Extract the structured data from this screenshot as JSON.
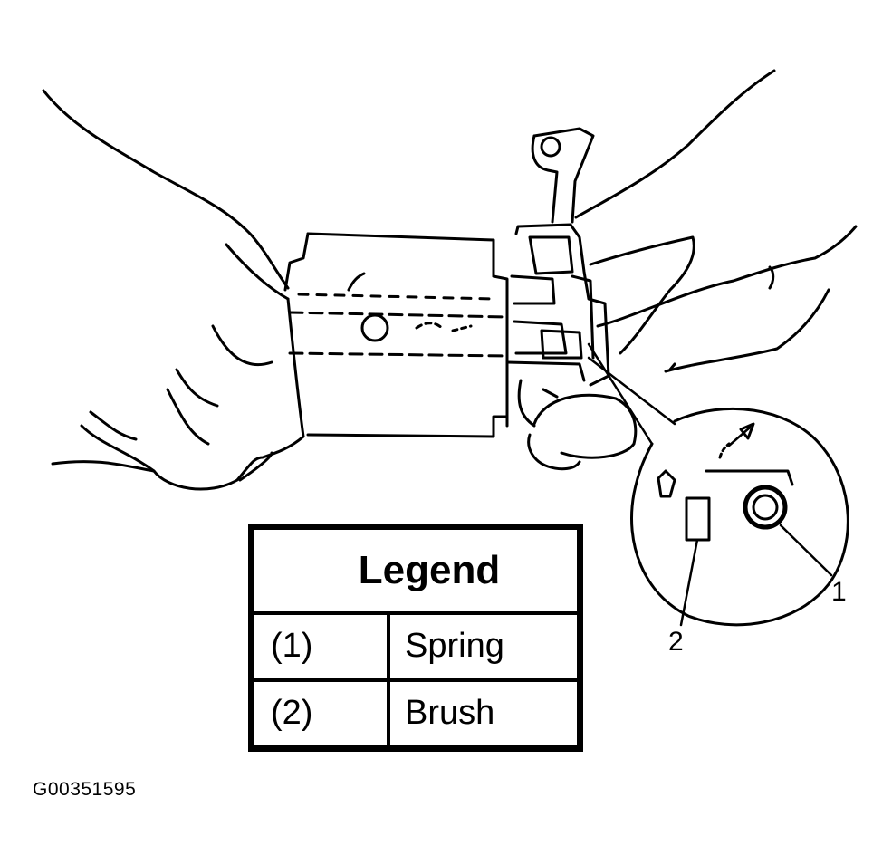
{
  "legend": {
    "title": "Legend",
    "items": [
      {
        "number": "(1)",
        "label": "Spring"
      },
      {
        "number": "(2)",
        "label": "Brush"
      }
    ]
  },
  "callouts": {
    "spring_number": "1",
    "brush_number": "2"
  },
  "figure_id": "G00351595",
  "colors": {
    "ink": "#000000",
    "paper": "#ffffff"
  }
}
